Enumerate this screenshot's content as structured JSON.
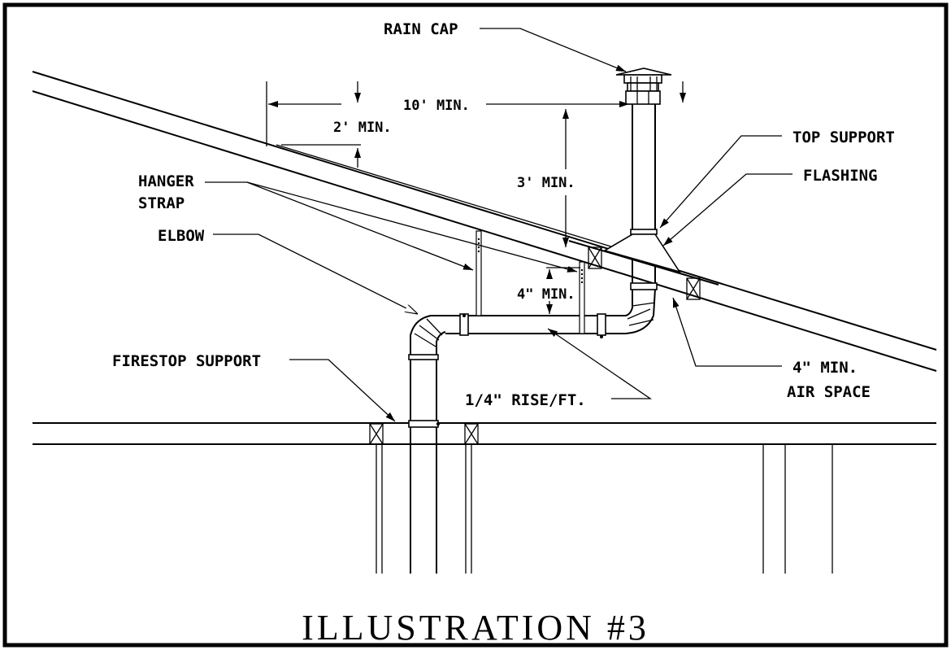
{
  "labels": {
    "rain_cap": "RAIN CAP",
    "ten_ft_min": "10' MIN.",
    "two_ft_min": "2' MIN.",
    "three_ft_min": "3' MIN.",
    "top_support": "TOP SUPPORT",
    "flashing": "FLASHING",
    "hanger": "HANGER",
    "strap": "STRAP",
    "elbow": "ELBOW",
    "four_in_min": "4\" MIN.",
    "firestop_support": "FIRESTOP SUPPORT",
    "rise_per_ft": "1/4\" RISE/FT.",
    "air_space_line1": "4\" MIN.",
    "air_space_line2": "AIR SPACE"
  },
  "title": "ILLUSTRATION #3"
}
